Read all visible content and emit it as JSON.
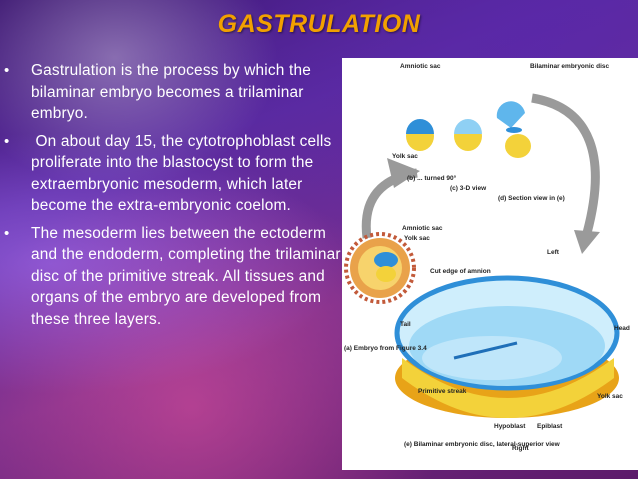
{
  "slide": {
    "title": "GASTRULATION",
    "bullets": [
      "Gastrulation is the process by which the bilaminar embryo becomes a trilaminar embryo.",
      " On about day 15, the cytotrophoblast cells proliferate into the blastocyst to form the extraembryonic mesoderm, which later become the extra-embryonic coelom.",
      "The mesoderm lies between the ectoderm and the endoderm, completing the trilaminar disc of the primitive streak. All tissues and organs of the embryo are developed from these three layers."
    ],
    "bullet_glyph": "•"
  },
  "figure": {
    "labels": {
      "amniotic_sac_top": "Amniotic sac",
      "bilaminar_disc_top": "Bilaminar embryonic disc",
      "yolk_sac_top": "Yolk sac",
      "b_turned": "(b) ... turned 90°",
      "c_3d": "(c) 3-D view",
      "d_section": "(d) Section view in (e)",
      "amniotic_sac_left": "Amniotic sac",
      "yolk_sac_left": "Yolk sac",
      "left": "Left",
      "cut_edge": "Cut edge of amnion",
      "tail": "Tail",
      "head": "Head",
      "embryo_from": "(a) Embryo from Figure 3.4",
      "primitive_streak": "Primitive streak",
      "yolk_sac_right": "Yolk sac",
      "hypoblast": "Hypoblast",
      "epiblast": "Epiblast",
      "e_bilaminar": "(e) Bilaminar embryonic disc, lateral-superior view",
      "right": "Right"
    }
  },
  "colors": {
    "title": "#f2a000",
    "text": "#ffffff",
    "yolk": "#f3d23a",
    "amnion": "#2f8fd8",
    "arrow": "#9a9a9a"
  }
}
